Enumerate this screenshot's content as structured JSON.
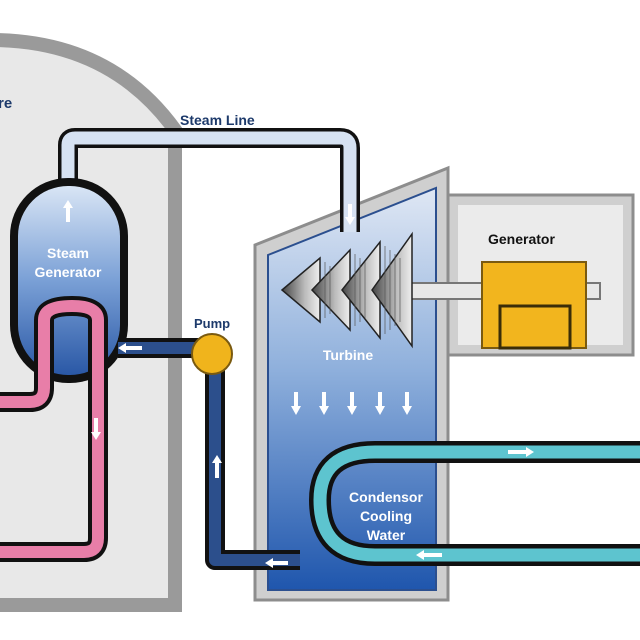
{
  "labels": {
    "containment": "re",
    "steam_line": "Steam Line",
    "steam_generator_line1": "Steam",
    "steam_generator_line2": "Generator",
    "pump": "Pump",
    "turbine": "Turbine",
    "generator": "Generator",
    "condenser_line1": "Condensor",
    "condenser_line2": "Cooling",
    "condenser_line3": "Water"
  },
  "colors": {
    "containment_fill": "#e8e8e8",
    "containment_stroke": "#9a9a9a",
    "steam_pipe_fill": "#d6e2f2",
    "water_pipe_fill": "#2c4f8c",
    "primary_loop_fill": "#e87ea8",
    "cooling_pipe_fill": "#5dc4cf",
    "pipe_outline": "#111111",
    "turbine_fill_top": "#d7e2f2",
    "turbine_fill_bottom": "#2b5fb0",
    "generator_box_fill": "#e3e3e3",
    "generator_body": "#f2b51e",
    "pump_fill": "#f0b41c",
    "label_white": "#ffffff",
    "label_dark": "#1d3a6b"
  },
  "icons": [
    "flow-arrow-icon",
    "turbine-blades-icon",
    "generator-icon",
    "pump-icon"
  ]
}
